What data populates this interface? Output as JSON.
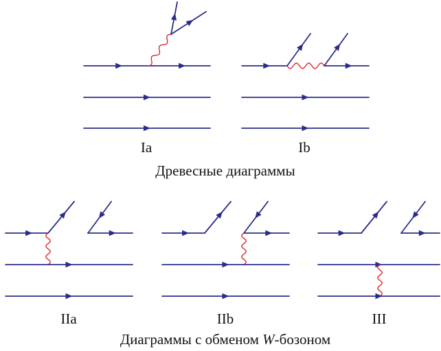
{
  "captions": {
    "ia": "Ia",
    "ib": "Ib",
    "iia": "IIa",
    "iib": "IIb",
    "iii": "III"
  },
  "headings": {
    "tree": "Древесные диаграммы",
    "exchange_prefix": "Диаграммы с обменом ",
    "exchange_w": "W",
    "exchange_suffix": "-бозоном"
  },
  "colors": {
    "fermion": "#2b2c8a",
    "boson": "#e0262b"
  }
}
